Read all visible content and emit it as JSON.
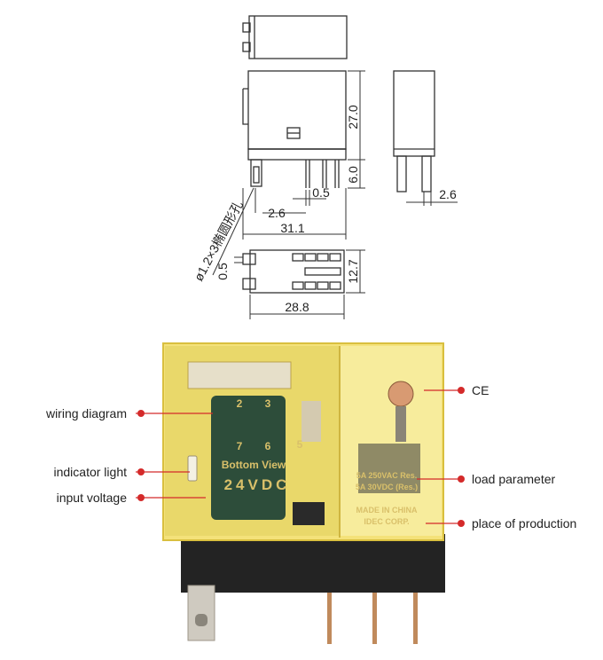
{
  "dimensions": {
    "height_body": "27.0",
    "height_pins": "6.0",
    "pin_spacing": "0.5",
    "pin_offset": "2.6",
    "length_total": "31.1",
    "side_pin_gap": "2.6",
    "hole_note": "ø1.2×3椭圆形孔",
    "bottom_offset": "0.5",
    "bottom_width": "12.7",
    "bottom_length": "28.8"
  },
  "relay_text": {
    "bottom_view": "Bottom View",
    "voltage": "24VDC",
    "rating_ac": "5A 250VAC Res.",
    "rating_dc": "5A 30VDC (Res.)",
    "origin": "MADE IN CHINA",
    "maker": "IDEC CORP.",
    "pin2": "2",
    "pin3": "3",
    "pin7": "7",
    "pin6": "6",
    "pin5": "5"
  },
  "callouts": {
    "wiring_diagram": "wiring diagram",
    "indicator_light": "indicator light",
    "input_voltage": "input voltage",
    "ce": "CE",
    "load_parameter": "load parameter",
    "place_of_production": "place of production"
  },
  "colors": {
    "callout": "#d42a2a",
    "housing": "#f4e27a",
    "base": "#222222"
  }
}
